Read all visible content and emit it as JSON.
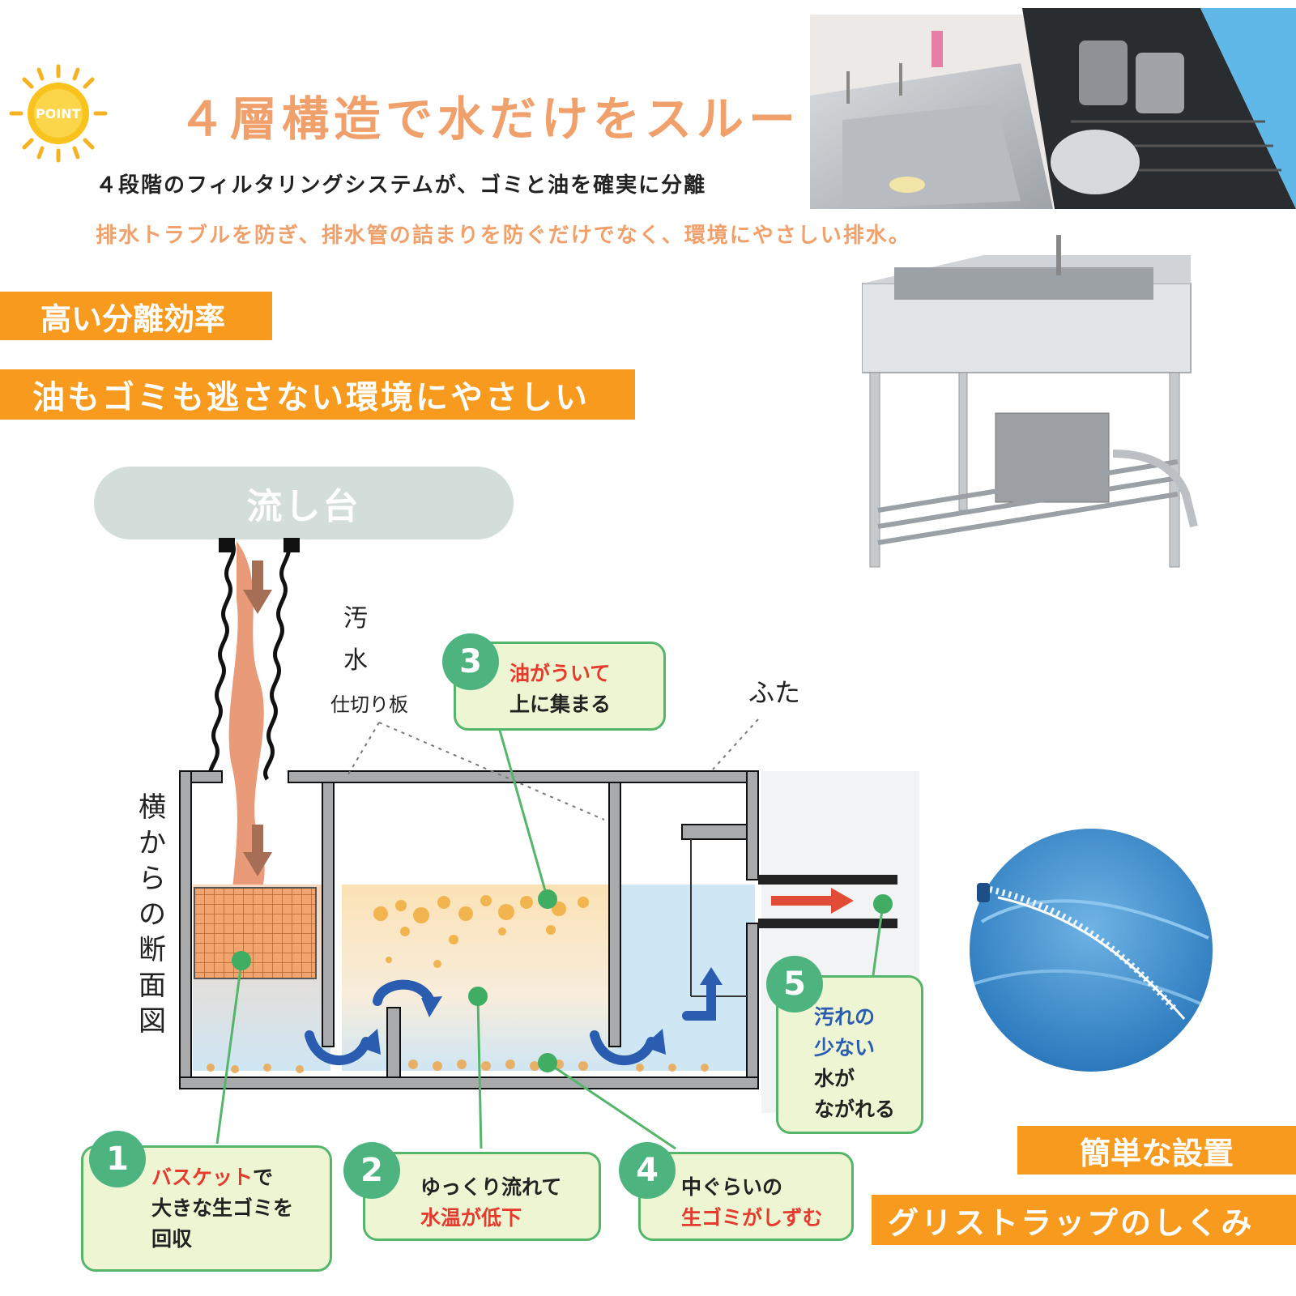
{
  "header": {
    "badge": "POINT",
    "title": "４層構造で水だけをスルー",
    "subtitle1": "４段階のフィルタリングシステムが、ゴミと油を確実に分離",
    "subtitle2": "排水トラブルを防ぎ、排水管の詰まりを防ぐだけでなく、環境にやさしい排水。"
  },
  "bands": {
    "b1": "高い分離効率",
    "b2": "油もゴミも逃さない環境にやさしい",
    "b3": "簡単な設置",
    "b4": "グリストラップのしくみ"
  },
  "diagram": {
    "sink_label": "流し台",
    "wastewater_1": "汚",
    "wastewater_2": "水",
    "partition": "仕切り板",
    "lid": "ふた",
    "side_view": [
      "横",
      "か",
      "ら",
      "の",
      "断",
      "面",
      "図"
    ]
  },
  "callouts": {
    "c1": {
      "num": "1",
      "red": "バスケット",
      "tail": "で",
      "line2": "大きな生ゴミを",
      "line3": "回収"
    },
    "c2": {
      "num": "2",
      "line1": "ゆっくり流れて",
      "red": "水温が低下"
    },
    "c3": {
      "num": "3",
      "red": "油がういて",
      "line2": "上に集まる"
    },
    "c4": {
      "num": "4",
      "line1": "中ぐらいの",
      "red": "生ゴミがしずむ"
    },
    "c5": {
      "num": "5",
      "blue1": "汚れの",
      "blue2": "少ない",
      "line3": "水が",
      "line4": "ながれる"
    }
  },
  "colors": {
    "accent_orange": "#f79a1e",
    "title_orange": "#f0a06b",
    "callout_green": "#55b56a",
    "callout_bg": "#eef5d2"
  }
}
